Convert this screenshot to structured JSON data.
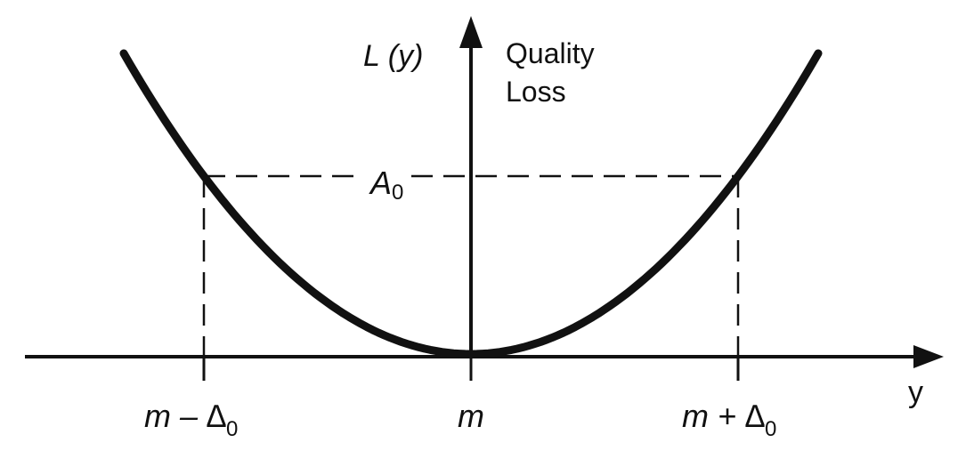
{
  "chart_data": {
    "type": "line",
    "title": "",
    "ylabel": "L (y)",
    "ylabel_note_line1": "Quality",
    "ylabel_note_line2": "Loss",
    "xlabel": "y",
    "x_ticks": {
      "left": {
        "base": "m – ∆",
        "sub": "0"
      },
      "center": {
        "text": "m"
      },
      "right": {
        "base": "m + ∆",
        "sub": "0"
      }
    },
    "threshold_label": {
      "base": "A",
      "sub": "0"
    },
    "series": [
      {
        "function": "quadratic",
        "x": [
          -1.3,
          -1.0,
          -0.75,
          -0.5,
          -0.25,
          0,
          0.25,
          0.5,
          0.75,
          1.0,
          1.3
        ],
        "y": [
          1.69,
          1.0,
          0.5625,
          0.25,
          0.0625,
          0,
          0.0625,
          0.25,
          0.5625,
          1.0,
          1.69
        ]
      }
    ],
    "tolerance_x": [
      -1,
      1
    ],
    "threshold_y": 1,
    "grid": false,
    "colors": {
      "curve": "#111111",
      "axes": "#111111"
    }
  }
}
